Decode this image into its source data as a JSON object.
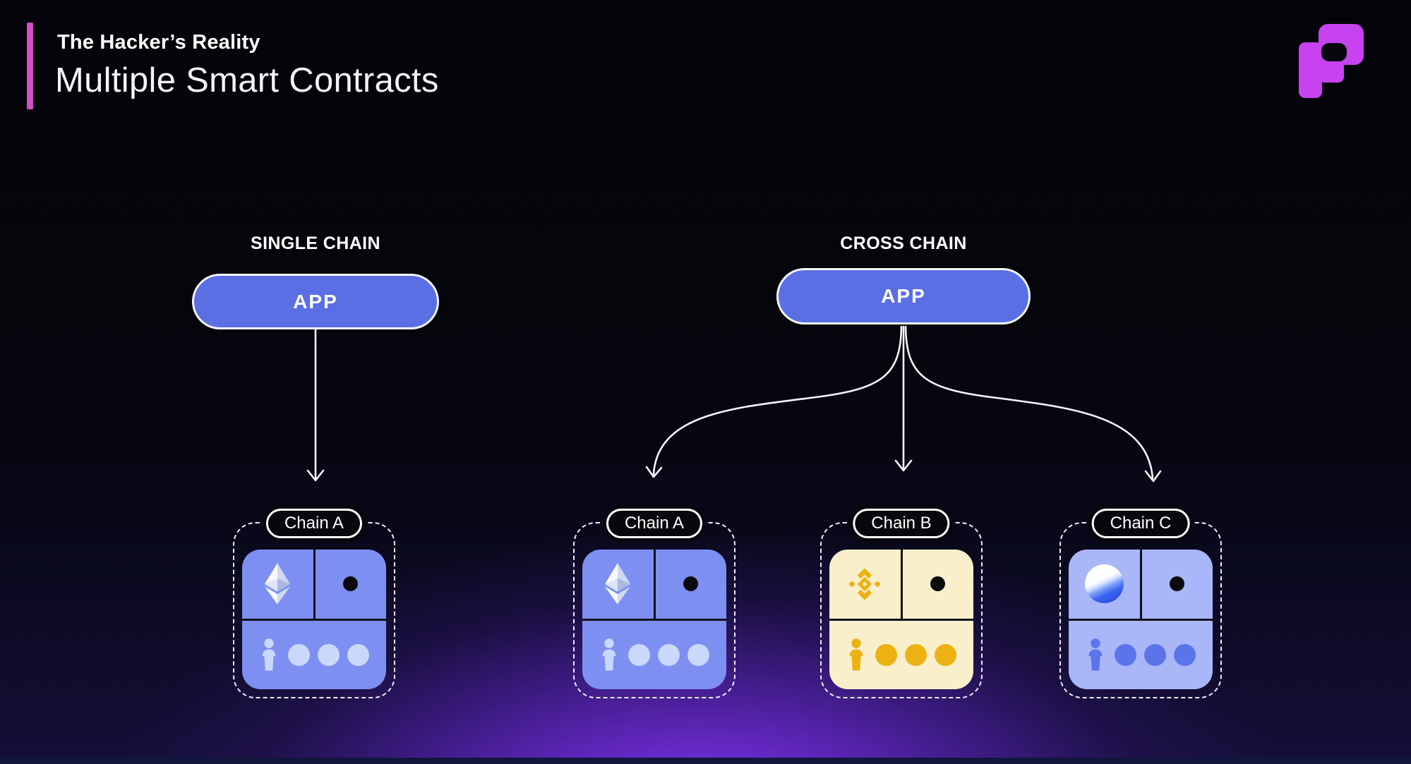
{
  "header": {
    "eyebrow": "The Hacker’s Reality",
    "title": "Multiple Smart Contracts"
  },
  "brand": {
    "logo_icon": "pixel-p-logo",
    "logo_color": "#c643ef"
  },
  "sections": {
    "single_chain": {
      "label": "SINGLE CHAIN",
      "app_label": "APP",
      "chains": [
        {
          "name": "Chain A",
          "network_icon": "ethereum-icon",
          "theme": "blue"
        }
      ]
    },
    "cross_chain": {
      "label": "CROSS CHAIN",
      "app_label": "APP",
      "chains": [
        {
          "name": "Chain A",
          "network_icon": "ethereum-icon",
          "theme": "blue"
        },
        {
          "name": "Chain B",
          "network_icon": "binance-icon",
          "theme": "gold"
        },
        {
          "name": "Chain C",
          "network_icon": "gradient-orb-icon",
          "theme": "light-blue"
        }
      ]
    }
  },
  "colors": {
    "accent_bar": "#d44fc4",
    "brand_logo": "#c643ef",
    "app_pill": "#5a6fe3",
    "card_blue": "#7e8ff2",
    "card_blue_icons": "#c9d8fb",
    "card_cream": "#f9efca",
    "card_gold_icons": "#ecb213",
    "card_light_blue": "#a9b6f8",
    "card_light_blue_icons": "#5b74ea",
    "background_glow": "#6c2ad0"
  }
}
